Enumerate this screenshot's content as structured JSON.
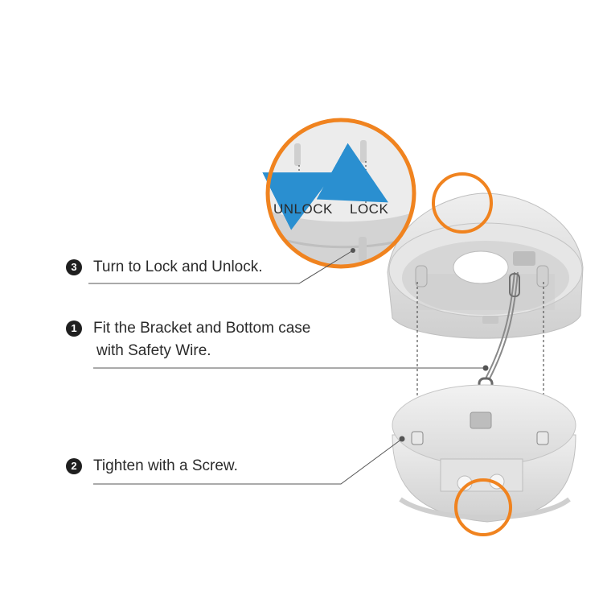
{
  "steps": [
    {
      "number": "3",
      "text": "Turn to Lock and Unlock."
    },
    {
      "number": "1",
      "line1": "Fit the Bracket and Bottom case",
      "line2": "with Safety Wire."
    },
    {
      "number": "2",
      "text": "Tighten with a Screw."
    }
  ],
  "zoom": {
    "unlock": "UNLOCK",
    "lock": "LOCK"
  },
  "colors": {
    "accent": "#F0831F",
    "arrow": "#2A8FD0",
    "text": "#2b2b2b"
  }
}
